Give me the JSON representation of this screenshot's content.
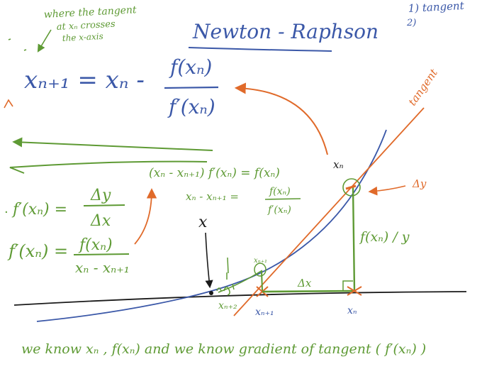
{
  "colors": {
    "blue": "#3b58a8",
    "green": "#5e9a34",
    "orange": "#e06a2a",
    "black": "#1a1a1a",
    "background": "#ffffff"
  },
  "title": "Newton - Raphson",
  "corner_notes": {
    "item1": "1) tangent",
    "item2": "2)"
  },
  "note_top_left": {
    "line1": "where the tangent",
    "line2": "at xₙ crosses",
    "line3": "the x-axis"
  },
  "formula": {
    "lhs": "xₙ₊₁ = xₙ -",
    "numerator": "f(xₙ)",
    "denominator": "f′(xₙ)"
  },
  "derivation": {
    "slope_def_lhs": "f′(xₙ) =",
    "slope_def_num": "Δy",
    "slope_def_den": "Δx",
    "slope_sub_lhs": "f′(xₙ) =",
    "slope_sub_num": "f(xₙ)",
    "slope_sub_den": "xₙ - xₙ₊₁",
    "rearranged_1": "(xₙ - xₙ₊₁) f′(xₙ) = f(xₙ)",
    "rearranged_2_lhs": "xₙ - xₙ₊₁ =",
    "rearranged_2_num": "f(xₙ)",
    "rearranged_2_den": "f′(xₙ)"
  },
  "graph_labels": {
    "root": "x",
    "x_n_plus_2": "xₙ₊₂",
    "x_n_plus_1": "xₙ₊₁",
    "x_n": "xₙ",
    "x_n_point": "xₙ",
    "x_n_plus_1_small": "xₙ₊₁",
    "delta_x": "Δx",
    "delta_y": "Δy",
    "f_xn_y": "f(xₙ) / y",
    "tangent": "tangent"
  },
  "bottom_note": "we know xₙ , f(xₙ) and we know gradient of tangent ( f′(xₙ) )"
}
